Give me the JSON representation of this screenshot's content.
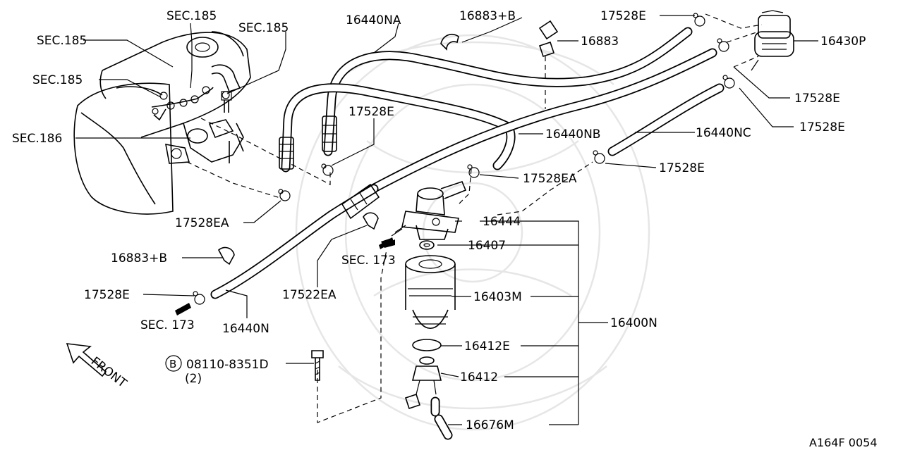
{
  "diagram": {
    "labels": {
      "sec185_a": "SEC.185",
      "sec185_b": "SEC.185",
      "sec185_c": "SEC.185",
      "sec185_d": "SEC.185",
      "sec186": "SEC.186",
      "p16440NA": "16440NA",
      "p16883B_top": "16883+B",
      "p16883": "16883",
      "p17528E_top": "17528E",
      "p16430P": "16430P",
      "p17528E_r1": "17528E",
      "p17528E_r2": "17528E",
      "p17528E_mid": "17528E",
      "p16440NB": "16440NB",
      "p16440NC": "16440NC",
      "p17528EA_mid": "17528EA",
      "p17528E_r3": "17528E",
      "p17528EA_left": "17528EA",
      "p16444": "16444",
      "p16407": "16407",
      "sec173_mid": "SEC. 173",
      "p16883B_left": "16883+B",
      "p16403M": "16403M",
      "p16400N": "16400N",
      "p17528E_left": "17528E",
      "p17522EA": "17522EA",
      "sec173_left": "SEC. 173",
      "p16440N": "16440N",
      "p16412E": "16412E",
      "bolt_symbol": "B",
      "bolt": "08110-8351D",
      "bolt_qty": "(2)",
      "p16412": "16412",
      "p16676M": "16676M",
      "front": "FRONT",
      "figure_code": "A164F 0054"
    }
  }
}
